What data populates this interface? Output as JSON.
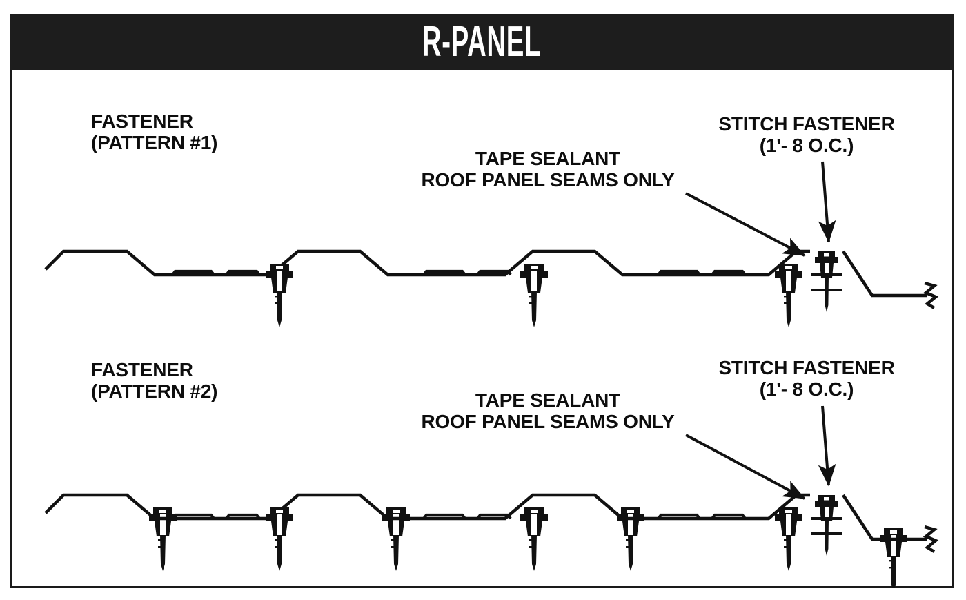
{
  "document": {
    "title": "R-PANEL",
    "type": "metal-roof-panel-fastener-detail"
  },
  "colors": {
    "ink": "#0d0d0d",
    "title_bar_bg": "#1d1d1d",
    "title_bar_text": "#ffffff",
    "sheet_bg": "#ffffff",
    "border": "#1a1a1a"
  },
  "details": [
    {
      "id": "pattern-1",
      "pattern_label_line1": "FASTENER",
      "pattern_label_line2": "(PATTERN #1)",
      "tape_label_line1": "TAPE SEALANT",
      "tape_label_line2": "ROOF PANEL SEAMS ONLY",
      "stitch_label_line1": "STITCH FASTENER",
      "stitch_label_line2": "(1'- 8 O.C.)",
      "valley_fastener_count": 3,
      "stitch_fastener_count": 1,
      "rib_count": 3,
      "stiffener_ribs_per_valley": 2
    },
    {
      "id": "pattern-2",
      "pattern_label_line1": "FASTENER",
      "pattern_label_line2": "(PATTERN #2)",
      "tape_label_line1": "TAPE SEALANT",
      "tape_label_line2": "ROOF PANEL SEAMS ONLY",
      "stitch_label_line1": "STITCH FASTENER",
      "stitch_label_line2": "(1'- 8 O.C.)",
      "valley_fastener_count": 7,
      "stitch_fastener_count": 1,
      "rib_count": 3,
      "stiffener_ribs_per_valley": 2
    }
  ],
  "annotations": {
    "tape_arrow": "arrow pointing down-right to panel seam lap",
    "stitch_arrow": "arrow pointing down to stitch fastener head",
    "break_symbol": "zigzag break line at right end of panel"
  }
}
